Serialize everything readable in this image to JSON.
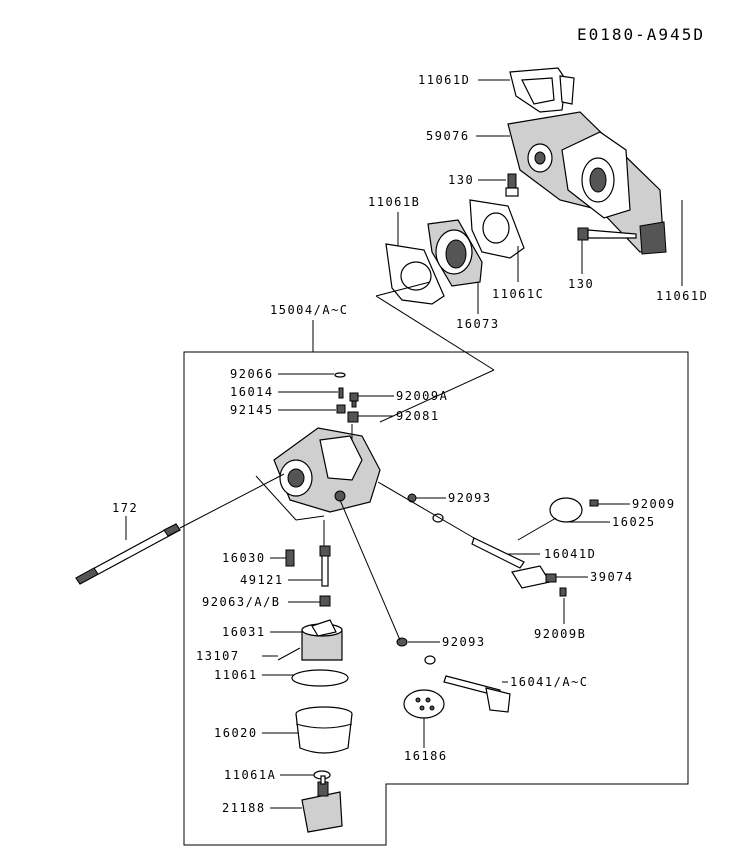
{
  "diagram_id": "E0180-A945D",
  "labels": {
    "p11061D_top": "11061D",
    "p59076": "59076",
    "p130_a": "130",
    "p11061B": "11061B",
    "p130_b": "130",
    "p11061C": "11061C",
    "p16073": "16073",
    "p11061D_right": "11061D",
    "p15004": "15004/A~C",
    "p92066": "92066",
    "p16014": "16014",
    "p92009A": "92009A",
    "p92145": "92145",
    "p92081": "92081",
    "p172": "172",
    "p92093_a": "92093",
    "p92009": "92009",
    "p16025": "16025",
    "p16030": "16030",
    "p16041D": "16041D",
    "p49121": "49121",
    "p39074": "39074",
    "p92063": "92063/A/B",
    "p92009B": "92009B",
    "p16031": "16031",
    "p92093_b": "92093",
    "p13107": "13107",
    "p11061": "11061",
    "p16041AC": "16041/A~C",
    "p16020": "16020",
    "p16186": "16186",
    "p11061A": "11061A",
    "p21188": "21188"
  }
}
